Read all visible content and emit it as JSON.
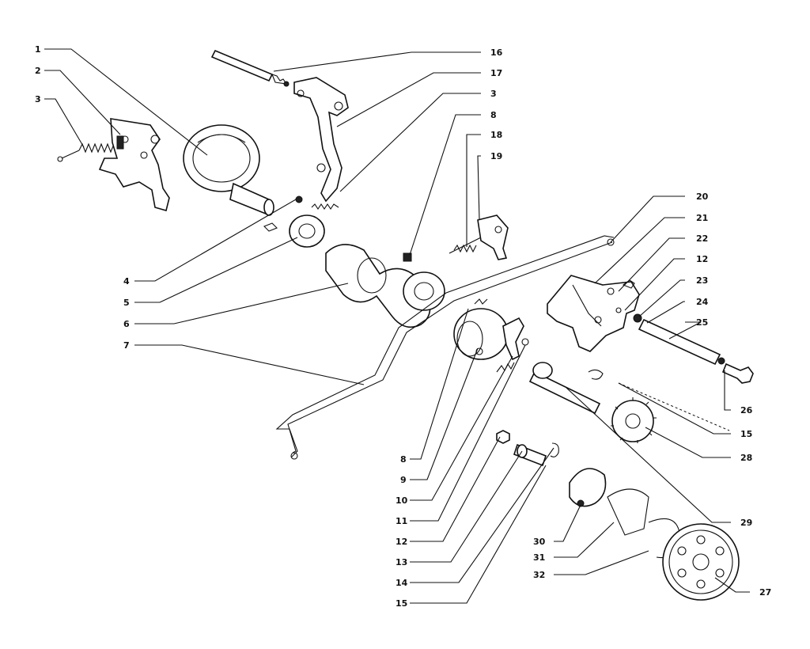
{
  "diagram": {
    "labels": [
      {
        "id": "l1",
        "text": "1"
      },
      {
        "id": "l2",
        "text": "2"
      },
      {
        "id": "l3a",
        "text": "3"
      },
      {
        "id": "l4",
        "text": "4"
      },
      {
        "id": "l5",
        "text": "5"
      },
      {
        "id": "l6",
        "text": "6"
      },
      {
        "id": "l7",
        "text": "7"
      },
      {
        "id": "l16",
        "text": "16"
      },
      {
        "id": "l17",
        "text": "17"
      },
      {
        "id": "l3b",
        "text": "3"
      },
      {
        "id": "l8a",
        "text": "8"
      },
      {
        "id": "l18",
        "text": "18"
      },
      {
        "id": "l19",
        "text": "19"
      },
      {
        "id": "l20",
        "text": "20"
      },
      {
        "id": "l21",
        "text": "21"
      },
      {
        "id": "l22",
        "text": "22"
      },
      {
        "id": "l12a",
        "text": "12"
      },
      {
        "id": "l23",
        "text": "23"
      },
      {
        "id": "l24",
        "text": "24"
      },
      {
        "id": "l25",
        "text": "25"
      },
      {
        "id": "l26",
        "text": "26"
      },
      {
        "id": "l15a",
        "text": "15"
      },
      {
        "id": "l28",
        "text": "28"
      },
      {
        "id": "l29",
        "text": "29"
      },
      {
        "id": "l27",
        "text": "27"
      },
      {
        "id": "l8b",
        "text": "8"
      },
      {
        "id": "l9",
        "text": "9"
      },
      {
        "id": "l10",
        "text": "10"
      },
      {
        "id": "l11",
        "text": "11"
      },
      {
        "id": "l12b",
        "text": "12"
      },
      {
        "id": "l13",
        "text": "13"
      },
      {
        "id": "l14",
        "text": "14"
      },
      {
        "id": "l15b",
        "text": "15"
      },
      {
        "id": "l30",
        "text": "30"
      },
      {
        "id": "l31",
        "text": "31"
      },
      {
        "id": "l32",
        "text": "32"
      }
    ]
  }
}
